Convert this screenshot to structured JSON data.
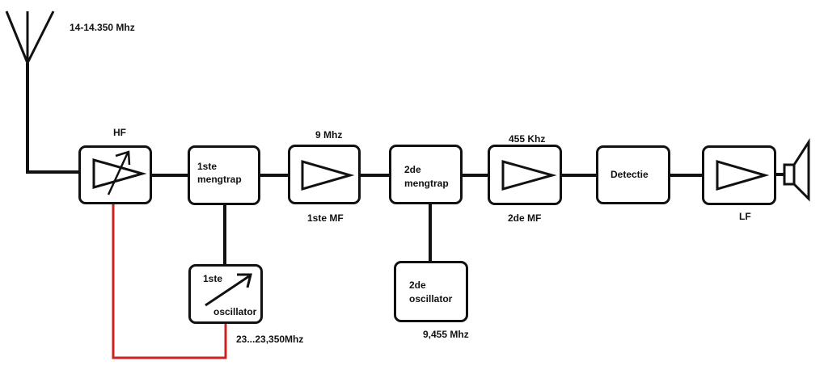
{
  "labels": {
    "band": "14-14.350 Mhz",
    "hf": "HF",
    "mixer1_line1": "1ste",
    "mixer1_line2": "mengtrap",
    "mf1_freq": "9 Mhz",
    "mf1_name": "1ste MF",
    "mixer2_line1": "2de",
    "mixer2_line2": "mengtrap",
    "mf2_freq": "455 Khz",
    "mf2_name": "2de MF",
    "detector": "Detectie",
    "lf": "LF",
    "osc1_line1": "1ste",
    "osc1_line2": "oscillator",
    "osc1_freq": "23...23,350Mhz",
    "osc2_line1": "2de",
    "osc2_line2": "oscillator",
    "osc2_freq": "9,455 Mhz"
  },
  "colors": {
    "line": "#111111",
    "tuning_link": "#cc2222"
  },
  "icons": {
    "antenna": "antenna-icon",
    "amplifier": "amplifier-triangle-icon",
    "variable_arrow": "variable-tuning-arrow-icon",
    "speaker": "speaker-icon"
  }
}
